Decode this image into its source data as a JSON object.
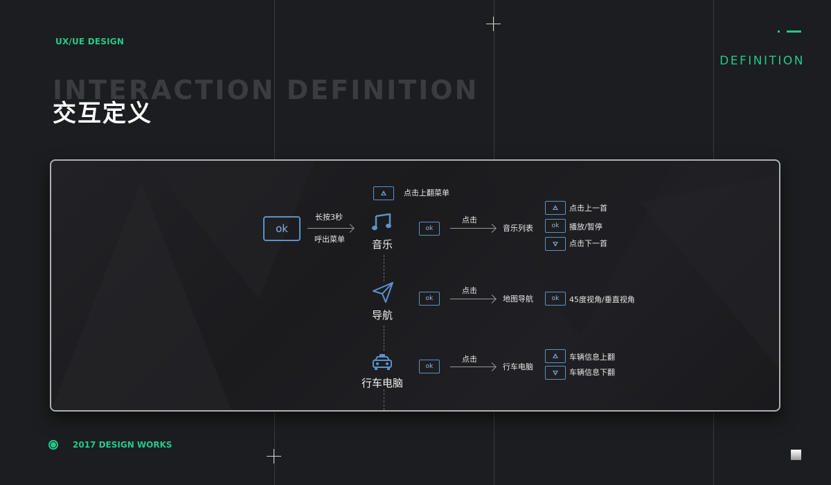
{
  "header": {
    "brand_tag": "UX/UE DESIGN",
    "ghost_title": "INTERACTION DEFINITION",
    "title": "交互定义",
    "section_label": "DEFINITION"
  },
  "diagram": {
    "entry": {
      "ok_label": "ok",
      "long_press_label": "长按3秒",
      "call_menu_label": "呼出菜单"
    },
    "up_menu": {
      "label": "点击上翻菜单"
    },
    "music": {
      "title": "音乐",
      "ok_label": "ok",
      "click_label": "点击",
      "target": "音乐列表",
      "controls": [
        {
          "button": "up",
          "label": "点击上一首"
        },
        {
          "button": "ok",
          "ok_text": "ok",
          "label": "播放/暂停"
        },
        {
          "button": "down",
          "label": "点击下一首"
        }
      ]
    },
    "navigation": {
      "title": "导航",
      "ok_label": "ok",
      "click_label": "点击",
      "target": "地图导航",
      "controls": [
        {
          "button": "ok",
          "ok_text": "ok",
          "label": "45度视角/垂直视角"
        }
      ]
    },
    "trip_computer": {
      "title": "行车电脑",
      "ok_label": "ok",
      "click_label": "点击",
      "target": "行车电脑",
      "controls": [
        {
          "button": "up",
          "label": "车辆信息上翻"
        },
        {
          "button": "down",
          "label": "车辆信息下翻"
        }
      ]
    }
  },
  "footer": {
    "label": "2017 DESIGN WORKS"
  },
  "colors": {
    "accent": "#23c98a",
    "background": "#1c1d20",
    "control_blue": "#5b93c8"
  },
  "icons": [
    "music-note-icon",
    "navigation-arrow-icon",
    "car-icon",
    "triangle-up-icon",
    "triangle-down-icon"
  ]
}
